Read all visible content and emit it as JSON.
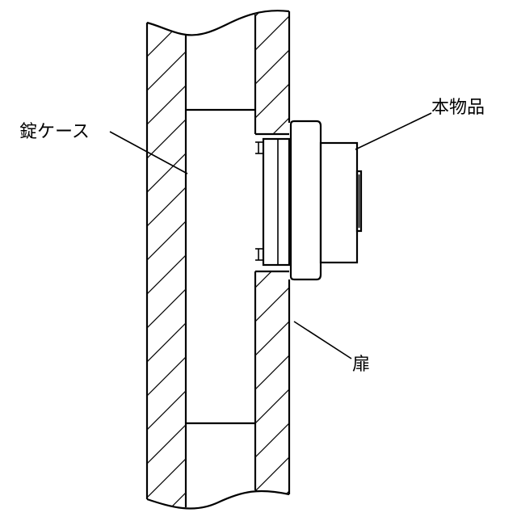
{
  "labels": {
    "lock_case": "錠ケース",
    "product": "本物品",
    "door": "扉"
  }
}
